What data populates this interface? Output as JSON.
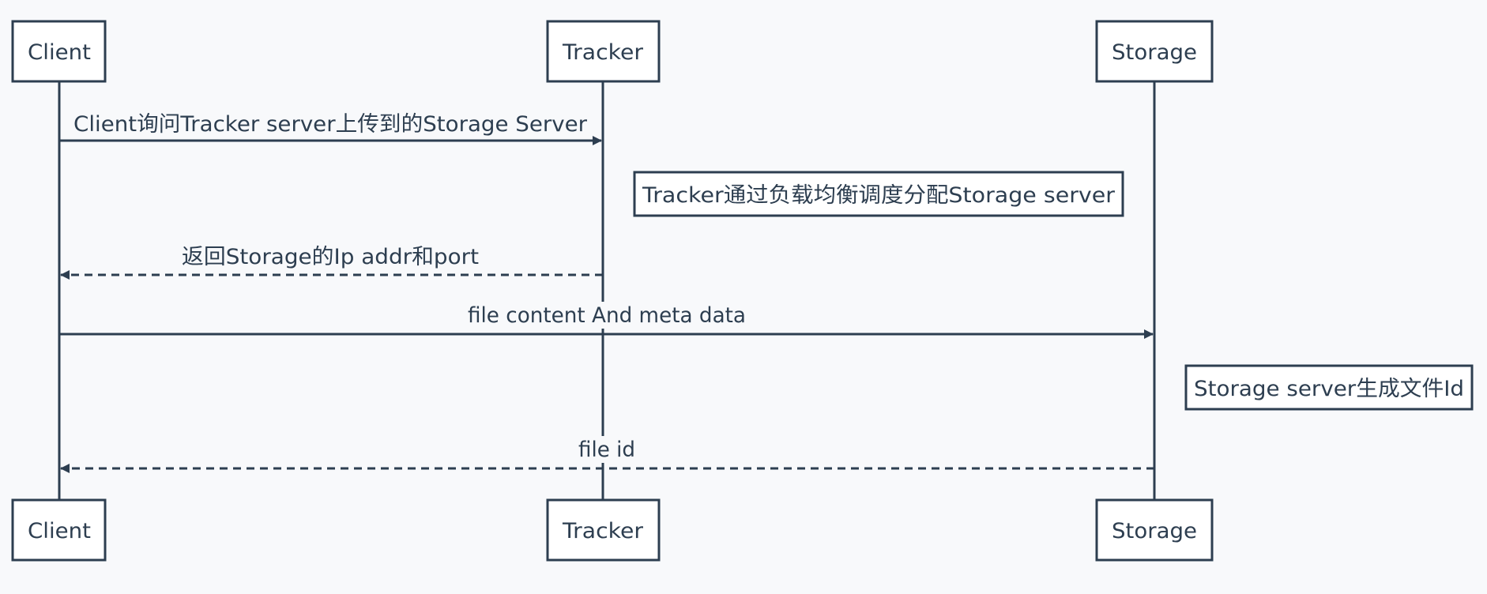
{
  "colors": {
    "ink": "#2d3e50",
    "background": "#f8f9fb",
    "box_fill": "#ffffff"
  },
  "participants": [
    {
      "id": "client",
      "label": "Client"
    },
    {
      "id": "tracker",
      "label": "Tracker"
    },
    {
      "id": "storage",
      "label": "Storage"
    }
  ],
  "messages": [
    {
      "from": "client",
      "to": "tracker",
      "style": "solid",
      "label": "Client询问Tracker server上传到的Storage Server"
    },
    {
      "note": "tracker",
      "label": "Tracker通过负载均衡调度分配Storage server"
    },
    {
      "from": "tracker",
      "to": "client",
      "style": "dashed",
      "label": "返回Storage的Ip addr和port"
    },
    {
      "from": "client",
      "to": "storage",
      "style": "solid",
      "label": "file content And meta data"
    },
    {
      "note": "storage",
      "label": "Storage server生成文件Id"
    },
    {
      "from": "storage",
      "to": "client",
      "style": "dashed",
      "label": "file id"
    }
  ]
}
